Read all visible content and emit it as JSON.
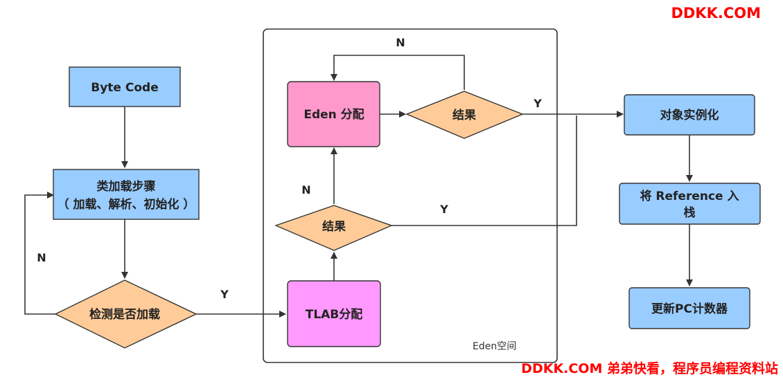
{
  "watermark": {
    "top": "DDKK.COM",
    "bottom": "DDKK.COM 弟弟快看，程序员编程资料站",
    "color": "#ff0000"
  },
  "region": {
    "label": "Eden空间"
  },
  "nodes": {
    "byte_code": "Byte Code",
    "class_load_line1": "类加载步骤",
    "class_load_line2": "（ 加载、解析、初始化 ）",
    "check_loaded": "检测是否加载",
    "tlab_alloc": "TLAB分配",
    "result_lower": "结果",
    "eden_alloc": "Eden 分配",
    "result_upper": "结果",
    "instantiate": "对象实例化",
    "push_ref_line1": "将 Reference 入",
    "push_ref_line2": "栈",
    "update_pc": "更新PC计数器"
  },
  "edge_labels": {
    "check_no": "N",
    "check_yes": "Y",
    "lower_no": "N",
    "lower_yes": "Y",
    "upper_no": "N",
    "upper_yes": "Y"
  },
  "colors": {
    "blue_box": "#99ccff",
    "pink_box": "#ff99cc",
    "violet_box": "#ff99ff",
    "diamond": "#ffcc99",
    "stroke": "#333333"
  }
}
